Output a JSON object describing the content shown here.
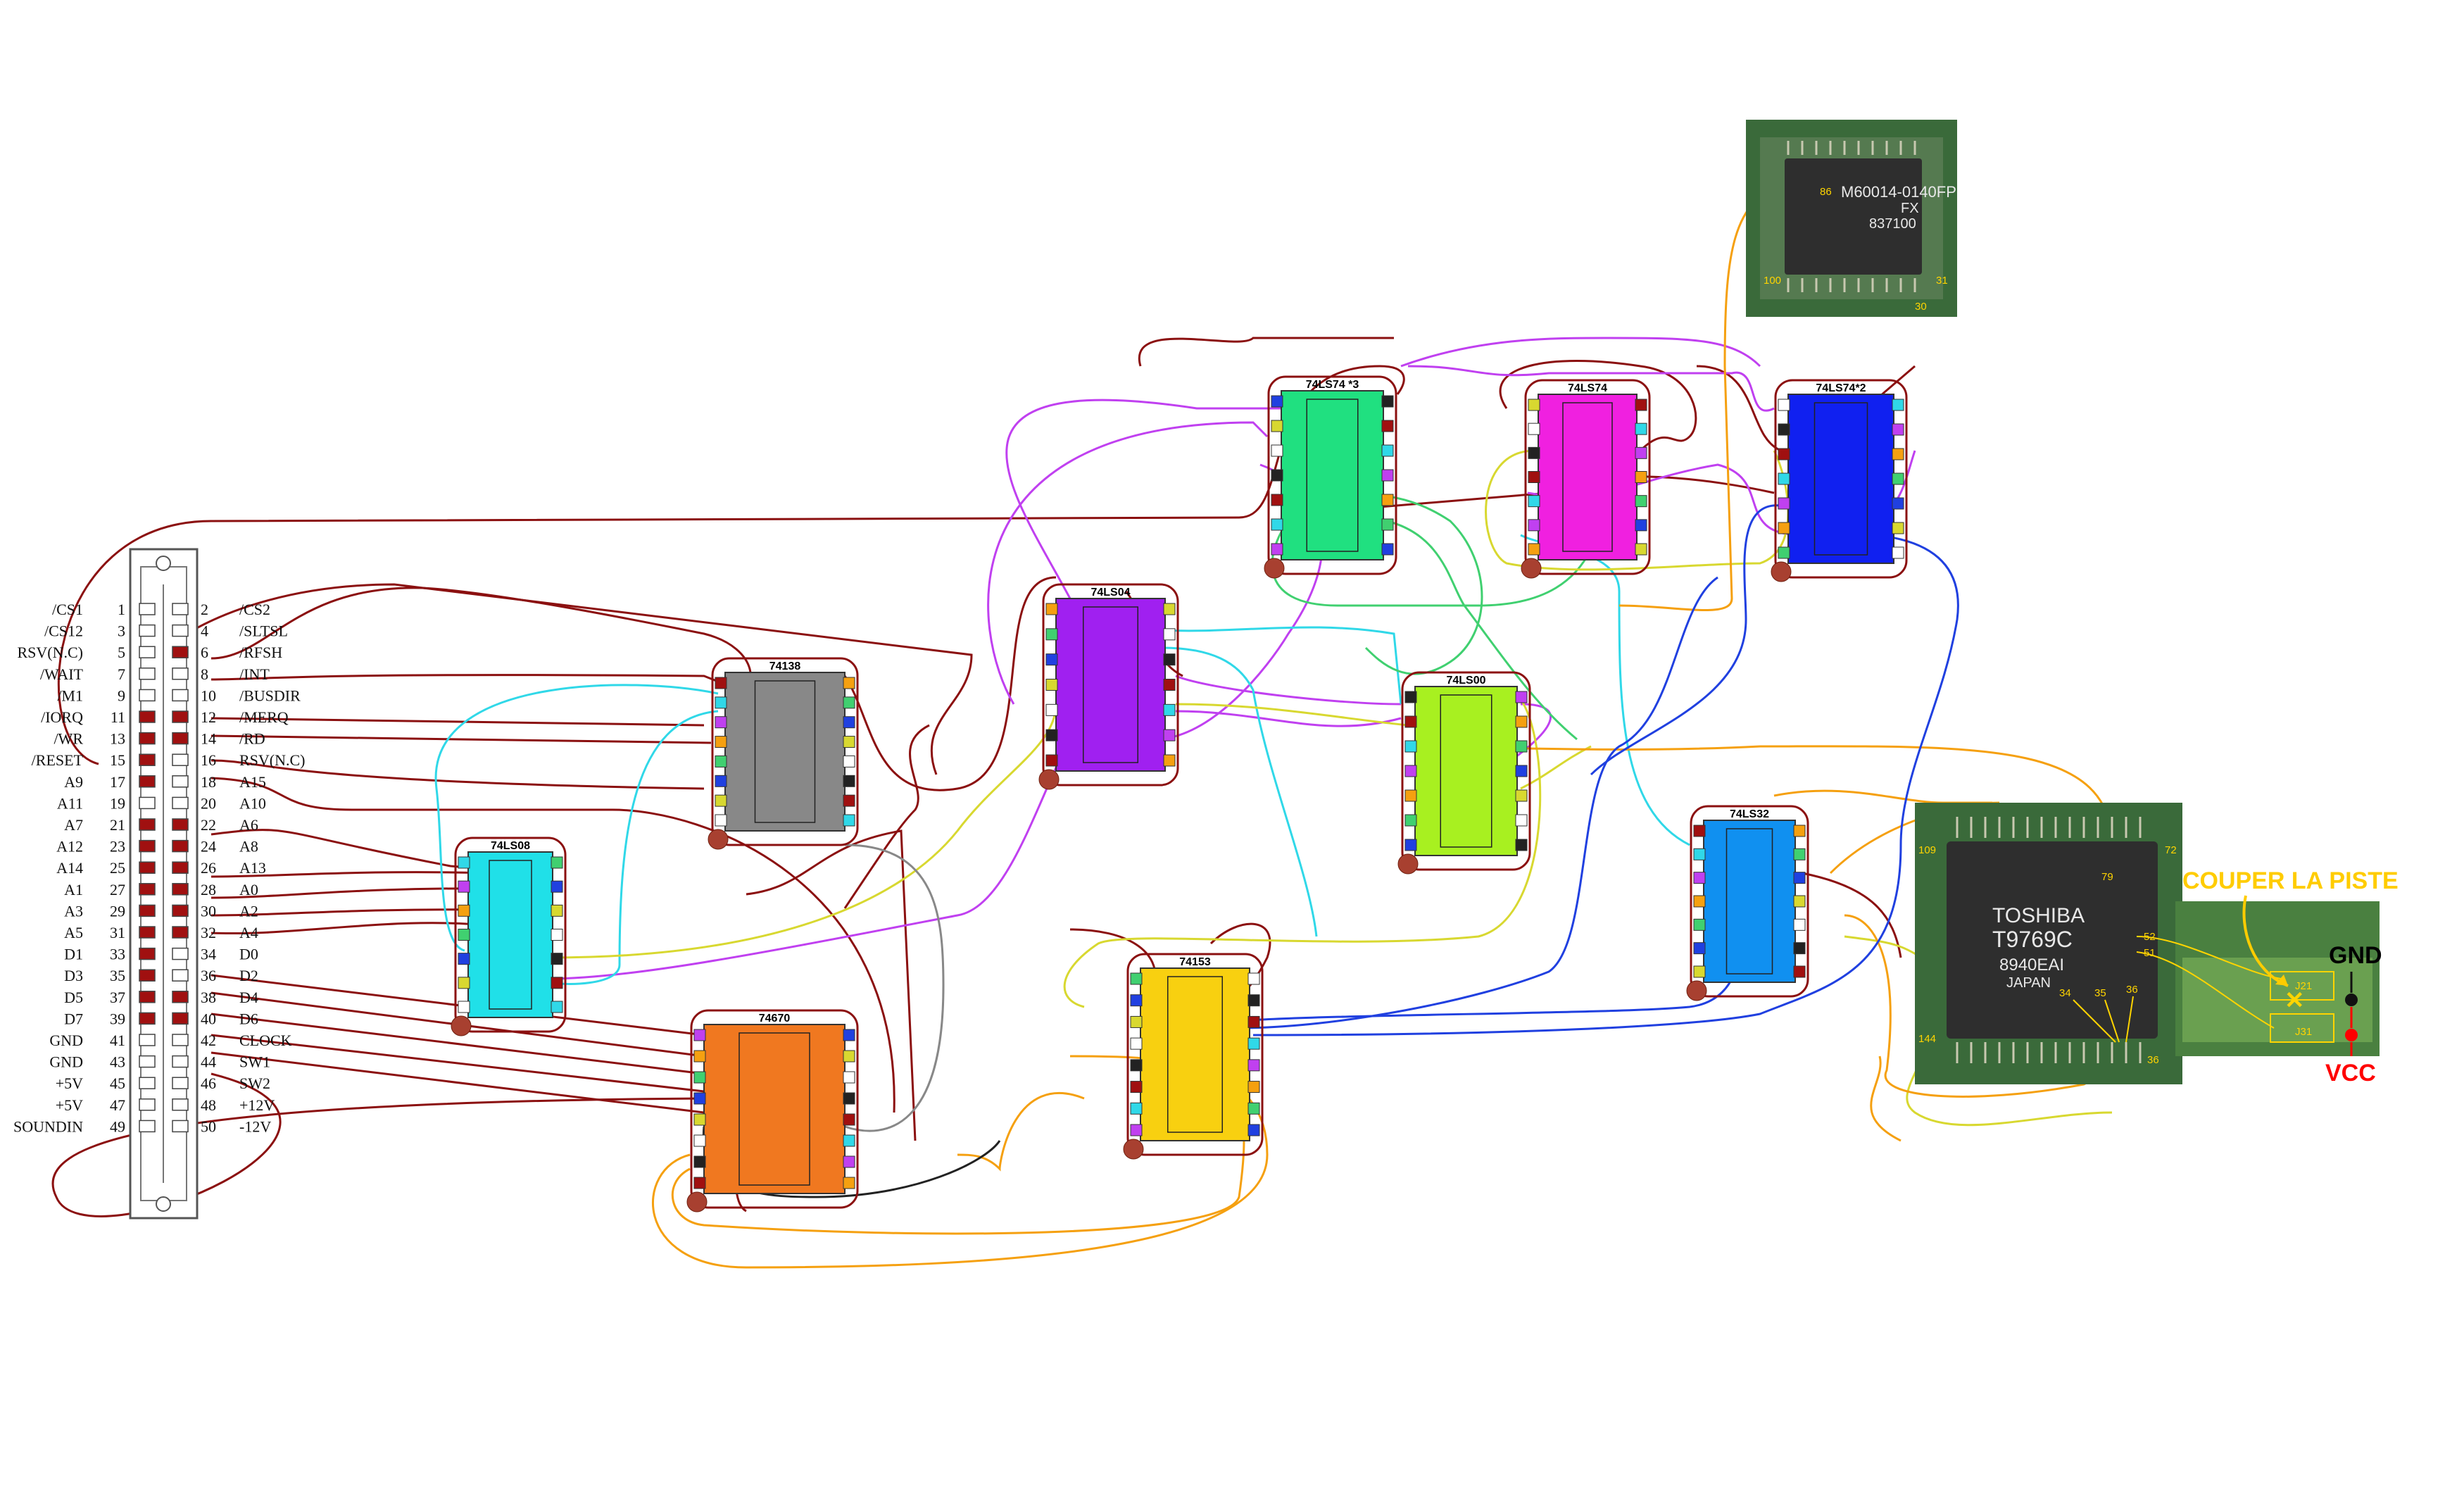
{
  "connector": {
    "left_pins": [
      {
        "num": "1",
        "label": "/CS1"
      },
      {
        "num": "3",
        "label": "/CS12"
      },
      {
        "num": "5",
        "label": "RSV(N.C)"
      },
      {
        "num": "7",
        "label": "/WAIT"
      },
      {
        "num": "9",
        "label": "/M1"
      },
      {
        "num": "11",
        "label": "/IORQ"
      },
      {
        "num": "13",
        "label": "/WR"
      },
      {
        "num": "15",
        "label": "/RESET"
      },
      {
        "num": "17",
        "label": "A9"
      },
      {
        "num": "19",
        "label": "A11"
      },
      {
        "num": "21",
        "label": "A7"
      },
      {
        "num": "23",
        "label": "A12"
      },
      {
        "num": "25",
        "label": "A14"
      },
      {
        "num": "27",
        "label": "A1"
      },
      {
        "num": "29",
        "label": "A3"
      },
      {
        "num": "31",
        "label": "A5"
      },
      {
        "num": "33",
        "label": "D1"
      },
      {
        "num": "35",
        "label": "D3"
      },
      {
        "num": "37",
        "label": "D5"
      },
      {
        "num": "39",
        "label": "D7"
      },
      {
        "num": "41",
        "label": "GND"
      },
      {
        "num": "43",
        "label": "GND"
      },
      {
        "num": "45",
        "label": "+5V"
      },
      {
        "num": "47",
        "label": "+5V"
      },
      {
        "num": "49",
        "label": "SOUNDIN"
      }
    ],
    "right_pins": [
      {
        "num": "2",
        "label": "/CS2"
      },
      {
        "num": "4",
        "label": "/SLTSL"
      },
      {
        "num": "6",
        "label": "/RFSH"
      },
      {
        "num": "8",
        "label": "/INT"
      },
      {
        "num": "10",
        "label": "/BUSDIR"
      },
      {
        "num": "12",
        "label": "/MERQ"
      },
      {
        "num": "14",
        "label": "/RD"
      },
      {
        "num": "16",
        "label": "RSV(N.C)"
      },
      {
        "num": "18",
        "label": "A15"
      },
      {
        "num": "20",
        "label": "A10"
      },
      {
        "num": "22",
        "label": "A6"
      },
      {
        "num": "24",
        "label": "A8"
      },
      {
        "num": "26",
        "label": "A13"
      },
      {
        "num": "28",
        "label": "A0"
      },
      {
        "num": "30",
        "label": "A2"
      },
      {
        "num": "32",
        "label": "A4"
      },
      {
        "num": "34",
        "label": "D0"
      },
      {
        "num": "36",
        "label": "D2"
      },
      {
        "num": "38",
        "label": "D4"
      },
      {
        "num": "40",
        "label": "D6"
      },
      {
        "num": "42",
        "label": "CLOCK"
      },
      {
        "num": "44",
        "label": "SW1"
      },
      {
        "num": "46",
        "label": "SW2"
      },
      {
        "num": "48",
        "label": "+12V"
      },
      {
        "num": "50",
        "label": "-12V"
      }
    ]
  },
  "chips": [
    {
      "id": "74138",
      "title": "74138",
      "color": "#888888"
    },
    {
      "id": "74ls08",
      "title": "74LS08",
      "color": "#20e0e8"
    },
    {
      "id": "74670",
      "title": "74670",
      "color": "#f07820"
    },
    {
      "id": "74ls04",
      "title": "74LS04",
      "color": "#a020f0"
    },
    {
      "id": "74153",
      "title": "74153",
      "color": "#f8d010"
    },
    {
      "id": "74ls74_3",
      "title": "74LS74 *3",
      "color": "#20e080"
    },
    {
      "id": "74ls74",
      "title": "74LS74",
      "color": "#f020e0"
    },
    {
      "id": "74ls74_2",
      "title": "74LS74*2",
      "color": "#1020f0"
    },
    {
      "id": "74ls00",
      "title": "74LS00",
      "color": "#a8f020"
    },
    {
      "id": "74ls32",
      "title": "74LS32",
      "color": "#1090f0"
    }
  ],
  "pcb_top": {
    "chip_text": [
      "M60014-0140FP",
      "FX",
      "837100"
    ],
    "pin_labels": [
      "86",
      "100",
      "31",
      "30"
    ]
  },
  "pcb_main": {
    "chip_text": [
      "TOSHIBA",
      "T9769C",
      "8940EAI",
      "JAPAN"
    ],
    "pin_labels": [
      "79",
      "109",
      "72",
      "52",
      "51",
      "34",
      "35",
      "36",
      "144",
      "36"
    ],
    "jumper_labels": [
      "J21",
      "J31"
    ]
  },
  "annotations": {
    "cut_trace": "COUPER LA PISTE",
    "gnd": "GND",
    "vcc": "VCC"
  },
  "colors": {
    "cut_trace": "#ffcc00",
    "gnd": "#000000",
    "vcc": "#ff0000",
    "wire_main": "#8b1010"
  }
}
